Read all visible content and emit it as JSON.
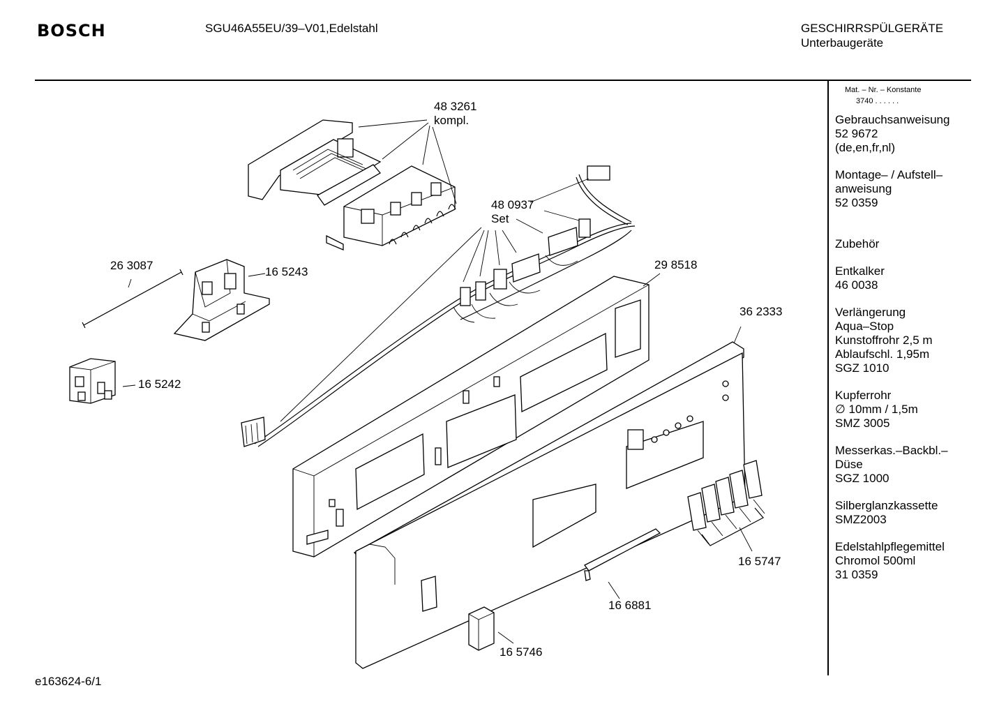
{
  "header": {
    "brand": "BOSCH",
    "model": "SGU46A55EU/39–V01,Edelstahl",
    "category": "GESCHIRRSPÜLGERÄTE",
    "subcategory": "Unterbaugeräte"
  },
  "sidebar": {
    "mat_nr_label": "Mat. – Nr. – Konstante",
    "konstante": "3740 . .  . . . .",
    "groups": [
      {
        "lines": [
          "Gebrauchsanweisung",
          "52 9672",
          "(de,en,fr,nl)"
        ]
      },
      {
        "lines": [
          "Montage– / Aufstell–",
          "anweisung",
          "52 0359"
        ]
      },
      {
        "lines": [
          "",
          "Zubehör"
        ]
      },
      {
        "lines": [
          "Entkalker",
          "46 0038"
        ]
      },
      {
        "lines": [
          "Verlängerung",
          "Aqua–Stop",
          "Kunstoffrohr 2,5 m",
          "Ablaufschl. 1,95m",
          "SGZ 1010"
        ]
      },
      {
        "lines": [
          "Kupferrohr",
          "∅ 10mm / 1,5m",
          "SMZ 3005"
        ]
      },
      {
        "lines": [
          "Messerkas.–Backbl.–",
          "Düse",
          "SGZ 1000"
        ]
      },
      {
        "lines": [
          "Silberglanzkassette",
          "SMZ2003"
        ]
      },
      {
        "lines": [
          "Edelstahlpflegemittel",
          "Chromol 500ml",
          "31 0359"
        ]
      }
    ]
  },
  "parts": {
    "p483261": "48 3261",
    "p483261_note": "kompl.",
    "p480937": "48 0937",
    "p480937_note": "Set",
    "p263087": "26 3087",
    "p165243": "16 5243",
    "p165242": "16 5242",
    "p298518": "29 8518",
    "p362333": "36 2333",
    "p165747": "16 5747",
    "p166881": "16 6881",
    "p165746": "16 5746"
  },
  "footer": {
    "drawing_id": "e163624-6/1"
  }
}
